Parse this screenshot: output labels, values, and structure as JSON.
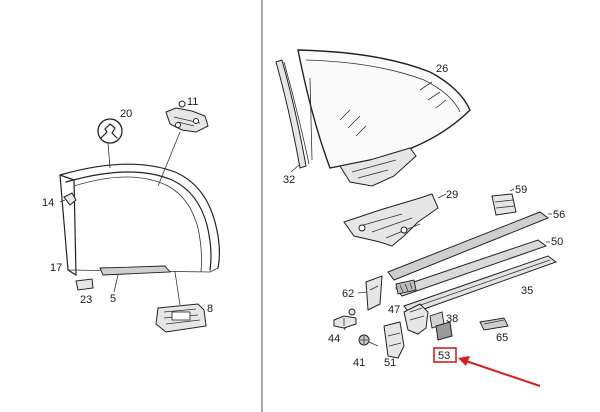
{
  "labels": {
    "p20": "20",
    "p11": "11",
    "p14": "14",
    "p17": "17",
    "p23": "23",
    "p5": "5",
    "p8": "8",
    "p26": "26",
    "p32": "32",
    "p29": "29",
    "p59": "59",
    "p56": "56",
    "p50": "50",
    "p62": "62",
    "p47": "47",
    "p35": "35",
    "p44": "44",
    "p38": "38",
    "p65": "65",
    "p41": "41",
    "p51": "51",
    "p53": "53"
  },
  "highlight": {
    "part": "53",
    "box_color": "#d42020",
    "arrow_color": "#d42020"
  }
}
